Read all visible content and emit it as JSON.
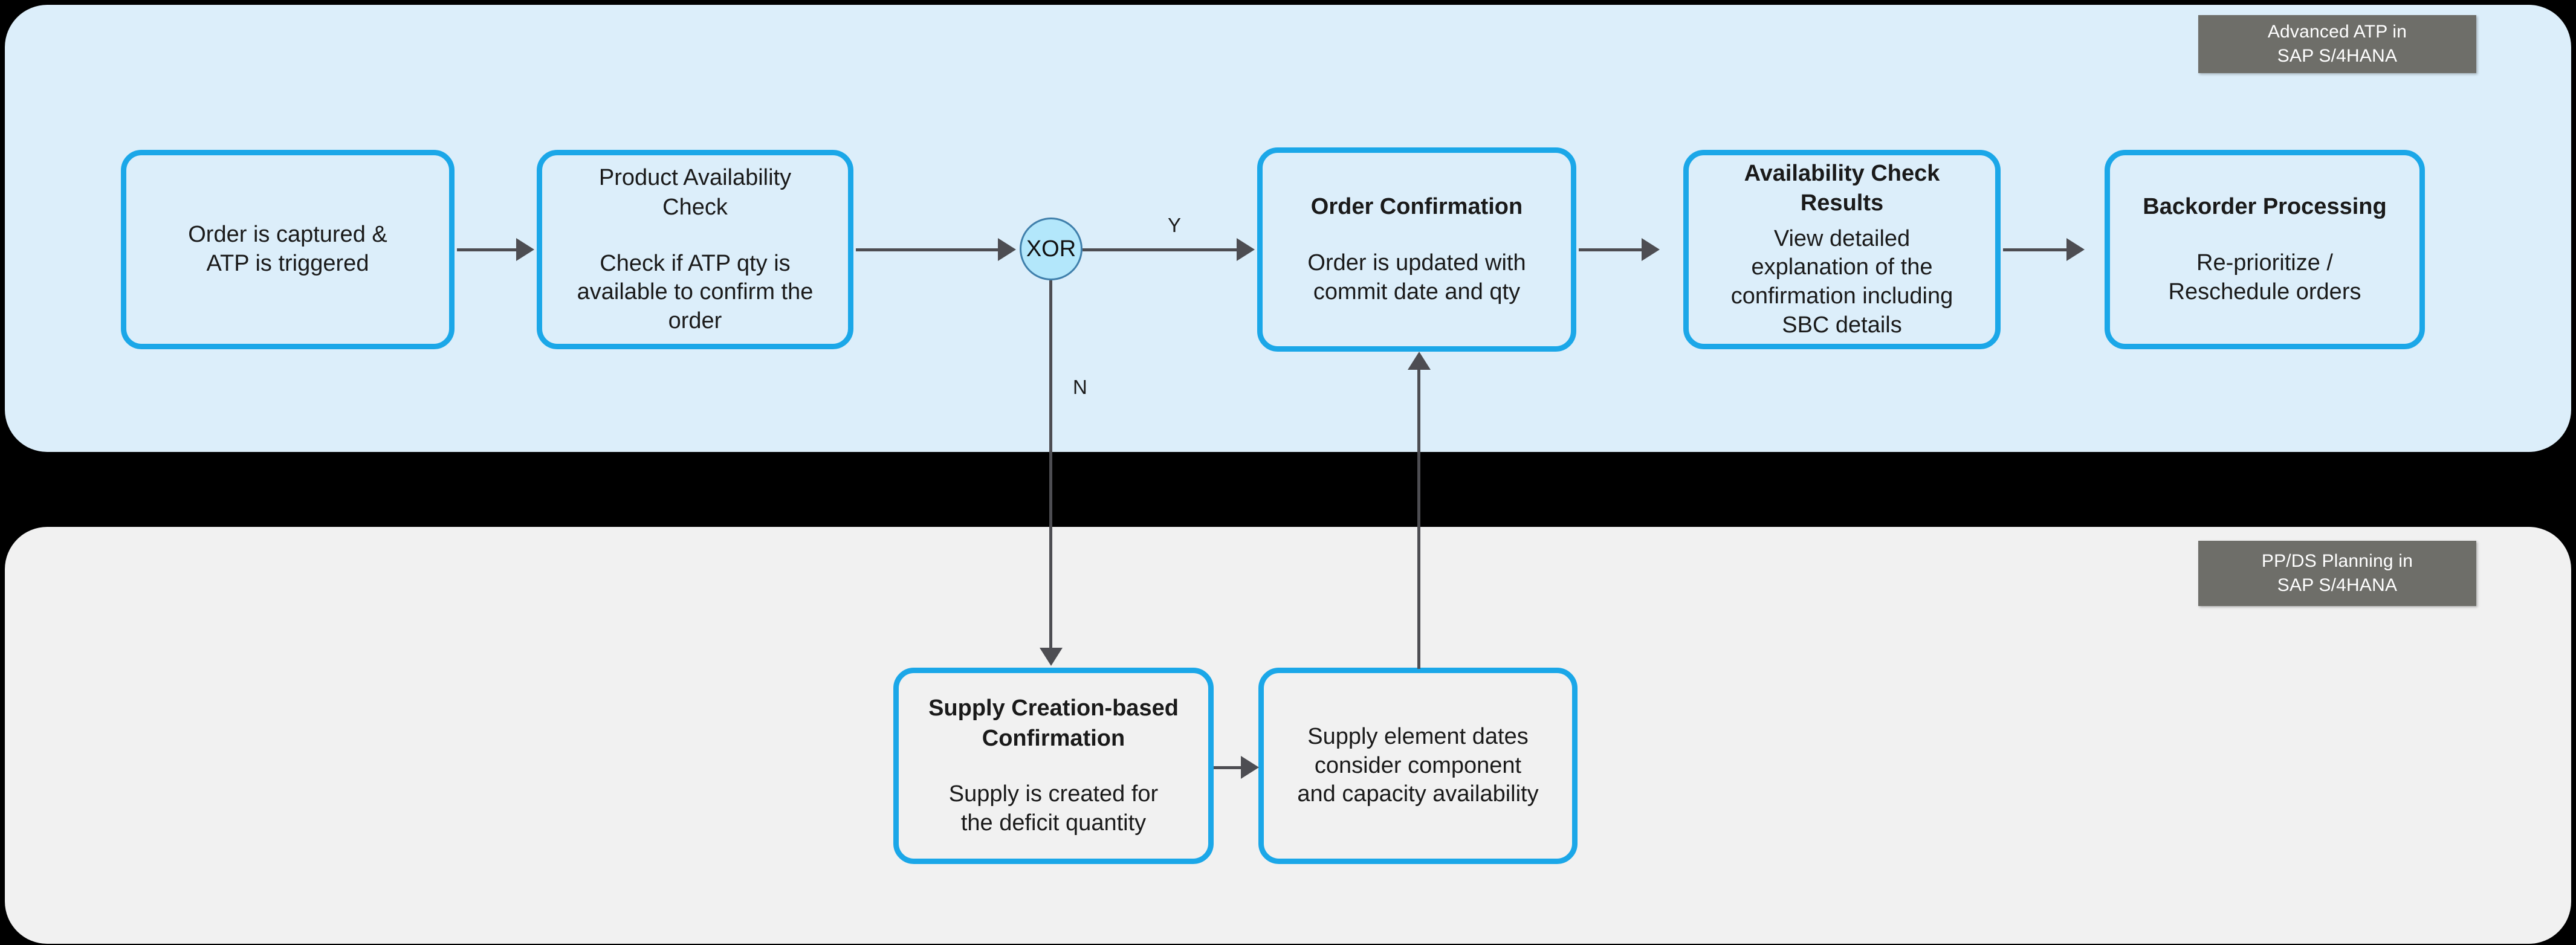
{
  "diagram": {
    "background_color": "#000000",
    "lanes": [
      {
        "id": "advanced-atp",
        "tag_line1": "Advanced ATP in",
        "tag_line2": "SAP S/4HANA",
        "fill": "#dceefa"
      },
      {
        "id": "ppds-planning",
        "tag_line1": "PP/DS Planning in",
        "tag_line2": "SAP S/4HANA",
        "fill": "#f1f1f1"
      }
    ],
    "accent_color": "#1ba7e8",
    "tag_color": "#6e6e69",
    "connector_color": "#4d4d52"
  },
  "nodes": {
    "order_captured": {
      "title": "",
      "body": "Order is captured &\nATP is triggered"
    },
    "product_availability_check": {
      "title": "Product Availability\nCheck",
      "body": "Check if ATP qty is\navailable to confirm the\norder"
    },
    "order_confirmation": {
      "title": "Order Confirmation",
      "body": "Order is updated with\ncommit date and qty"
    },
    "availability_check_results": {
      "title": "Availability Check Results",
      "body": "View detailed\nexplanation of the\nconfirmation including\nSBC details"
    },
    "backorder_processing": {
      "title": "Backorder Processing",
      "body": "Re-prioritize /\nReschedule orders"
    },
    "supply_creation_based_confirmation": {
      "title": "Supply Creation-based\nConfirmation",
      "body": "Supply is created for\nthe deficit quantity"
    },
    "supply_element_dates": {
      "title": "",
      "body": "Supply element dates\nconsider component\nand capacity availability"
    }
  },
  "gateway": {
    "label": "XOR",
    "branch_yes": "Y",
    "branch_no": "N"
  }
}
